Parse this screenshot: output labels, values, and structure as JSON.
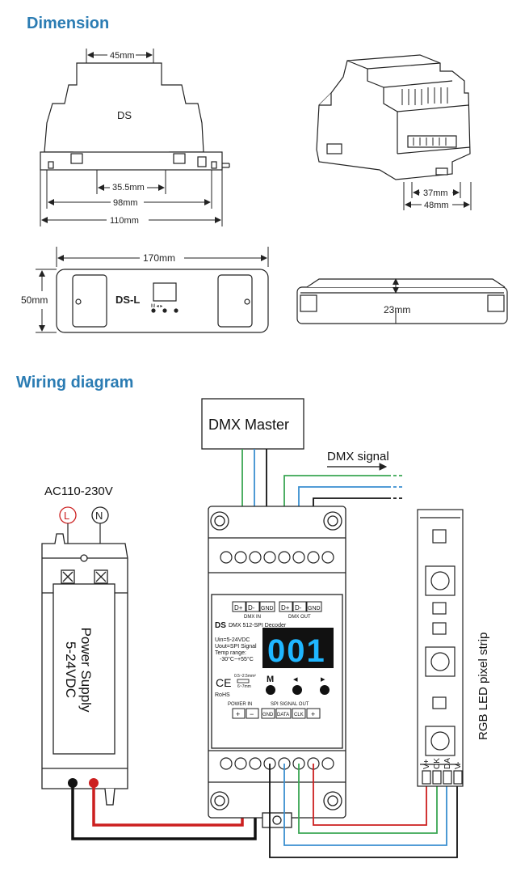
{
  "sections": {
    "dimension_title": "Dimension",
    "wiring_title": "Wiring diagram"
  },
  "dimension": {
    "ds_label": "DS",
    "dim_45": "45mm",
    "dim_35_5": "35.5mm",
    "dim_98": "98mm",
    "dim_110": "110mm",
    "dim_37": "37mm",
    "dim_48": "48mm",
    "dsl_label": "DS-L",
    "dim_170": "170mm",
    "dim_50": "50mm",
    "dim_23": "23mm",
    "dsl_buttons": "M ◂ ▸"
  },
  "wiring": {
    "dmx_master": "DMX Master",
    "dmx_signal": "DMX signal",
    "ac_input": "AC110-230V",
    "live": "L",
    "neutral": "N",
    "psu_line1": "Power Supply",
    "psu_line2": "5-24VDC",
    "dmx_in_terms": [
      "D+",
      "D-",
      "GND"
    ],
    "dmx_out_terms": [
      "D+",
      "D-",
      "GND"
    ],
    "dmx_in_label": "DMX IN",
    "dmx_out_label": "DMX OUT",
    "brand": "DS",
    "model": "DMX 512-SPI Decoder",
    "spec_1": "Uin=5-24VDC",
    "spec_2": "Uout=SPI Signal",
    "spec_3": "Temp range:",
    "spec_4": "-30°C~+55°C",
    "display": "001",
    "btn_m": "M",
    "btn_left": "◂",
    "btn_right": "▸",
    "ce": "CE",
    "rohs": "RoHS",
    "wire_strip_1": "0.5~2.5mm²",
    "wire_strip_2": "6~7mm",
    "power_in_label": "POWER IN",
    "spi_out_label": "SPI SIGNAL OUT",
    "power_terms": [
      "+",
      "−"
    ],
    "spi_terms": [
      "GND",
      "DATA",
      "CLK",
      "+"
    ],
    "strip_label": "RGB LED pixel strip",
    "strip_pins": [
      "V+",
      "CK",
      "DA",
      "V-"
    ]
  },
  "colors": {
    "title": "#2b7cb3",
    "wire_green": "#3aa653",
    "wire_blue": "#3a8fd0",
    "wire_red": "#cc1f1f",
    "wire_black": "#111111",
    "display_digits": "#1fb6ff",
    "live_red": "#cc1f1f"
  }
}
